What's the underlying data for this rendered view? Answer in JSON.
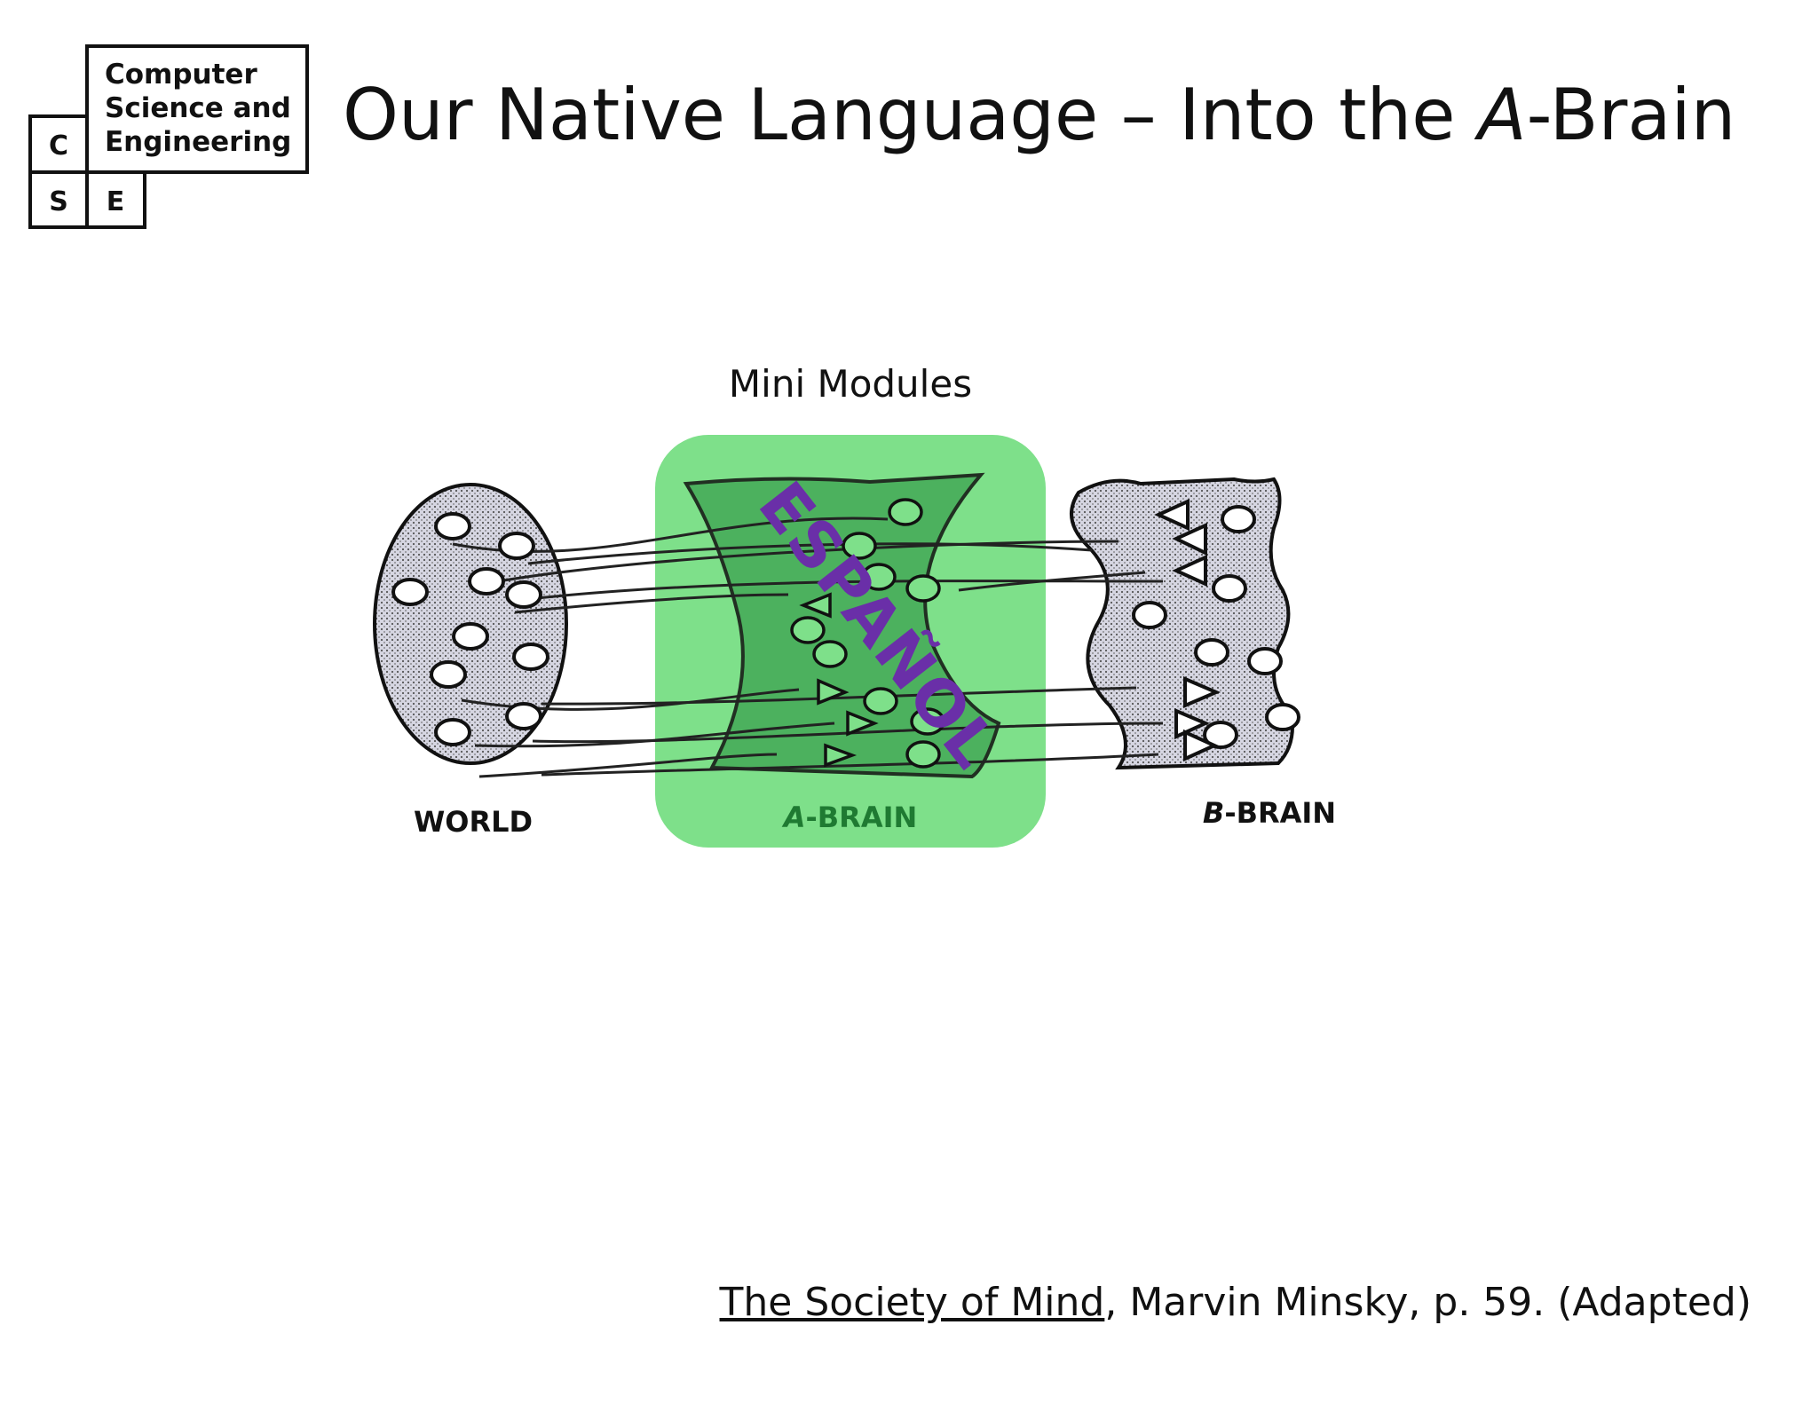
{
  "logo": {
    "lines": [
      "Computer",
      "Science and",
      "Engineering"
    ],
    "letters": [
      "C",
      "S",
      "E"
    ]
  },
  "title": {
    "main": "Our Native Language – Into the ",
    "italic": "A",
    "suffix": "-Brain"
  },
  "diagram": {
    "module_label": "Mini Modules",
    "overlay_word": "ESPAÑOL",
    "labels": {
      "world": "WORLD",
      "a_brain_italic": "A",
      "a_brain_rest": "-BRAIN",
      "b_brain_italic": "B",
      "b_brain_rest": "-BRAIN"
    },
    "colors": {
      "highlight": "#7ee08a",
      "overlay_text": "#6a2fa8",
      "blob_fill": "#c8c8d4"
    }
  },
  "citation": {
    "book": "The Society of Mind",
    "rest": ", Marvin Minsky, p. 59. (Adapted)"
  }
}
